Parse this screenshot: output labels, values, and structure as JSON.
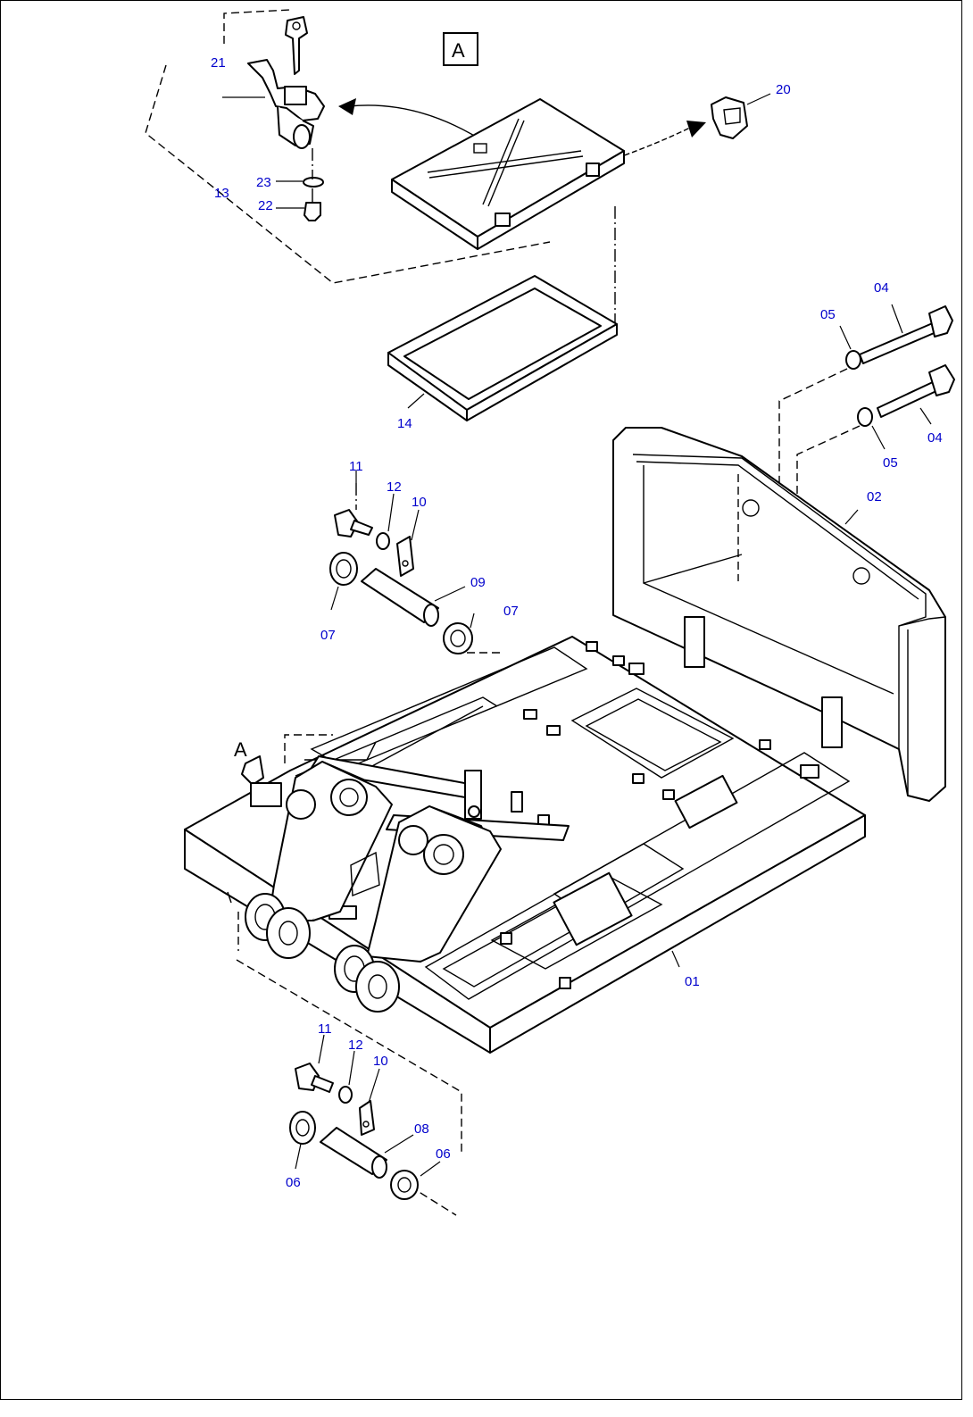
{
  "view_labels": {
    "detail_box": "A",
    "arrow_ref": "A"
  },
  "callouts": {
    "c21": "21",
    "c23": "23",
    "c22": "22",
    "c13": "13",
    "c20": "20",
    "c14": "14",
    "c05a": "05",
    "c04a": "04",
    "c05b": "05",
    "c04b": "04",
    "c02": "02",
    "c11a": "11",
    "c12a": "12",
    "c10a": "10",
    "c09": "09",
    "c07a": "07",
    "c07b": "07",
    "c01": "01",
    "c11b": "11",
    "c12b": "12",
    "c10b": "10",
    "c08": "08",
    "c06a": "06",
    "c06b": "06"
  },
  "colors": {
    "callout": "#0000cc",
    "line": "#000000"
  }
}
